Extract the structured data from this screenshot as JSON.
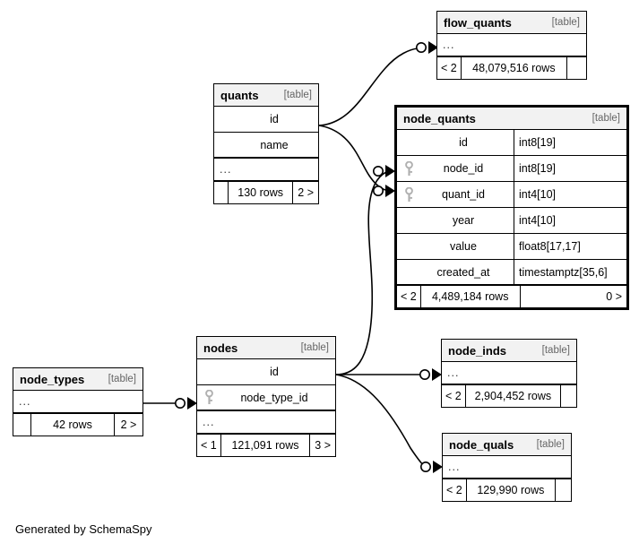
{
  "diagram": {
    "kind_label": "[table]",
    "footer_note": "Generated by SchemaSpy",
    "ellipsis": "...",
    "key_icon": "key-icon"
  },
  "tables": {
    "flow_quants": {
      "name": "flow_quants",
      "kind": "[table]",
      "ellipsis": "...",
      "footer_left": "< 2",
      "footer_rows": "48,079,516 rows",
      "footer_right": ""
    },
    "quants": {
      "name": "quants",
      "kind": "[table]",
      "columns": [
        {
          "name": "id",
          "key": false
        },
        {
          "name": "name",
          "key": false
        }
      ],
      "ellipsis": "...",
      "footer_left": "",
      "footer_rows": "130 rows",
      "footer_right": "2 >"
    },
    "node_quants": {
      "name": "node_quants",
      "kind": "[table]",
      "columns": [
        {
          "name": "id",
          "type": "int8[19]",
          "key": false
        },
        {
          "name": "node_id",
          "type": "int8[19]",
          "key": true
        },
        {
          "name": "quant_id",
          "type": "int4[10]",
          "key": true
        },
        {
          "name": "year",
          "type": "int4[10]",
          "key": false
        },
        {
          "name": "value",
          "type": "float8[17,17]",
          "key": false
        },
        {
          "name": "created_at",
          "type": "timestamptz[35,6]",
          "key": false
        }
      ],
      "footer_left": "< 2",
      "footer_rows": "4,489,184 rows",
      "footer_right": "0 >"
    },
    "node_types": {
      "name": "node_types",
      "kind": "[table]",
      "ellipsis": "...",
      "footer_left": "",
      "footer_rows": "42 rows",
      "footer_right": "2 >"
    },
    "nodes": {
      "name": "nodes",
      "kind": "[table]",
      "columns": [
        {
          "name": "id",
          "key": false
        },
        {
          "name": "node_type_id",
          "key": true
        }
      ],
      "ellipsis": "...",
      "footer_left": "< 1",
      "footer_rows": "121,091 rows",
      "footer_right": "3 >"
    },
    "node_inds": {
      "name": "node_inds",
      "kind": "[table]",
      "ellipsis": "...",
      "footer_left": "< 2",
      "footer_rows": "2,904,452 rows",
      "footer_right": ""
    },
    "node_quals": {
      "name": "node_quals",
      "kind": "[table]",
      "ellipsis": "...",
      "footer_left": "< 2",
      "footer_rows": "129,990 rows",
      "footer_right": ""
    }
  },
  "relationships": [
    {
      "from": "quants",
      "to": "flow_quants"
    },
    {
      "from": "quants",
      "to": "node_quants.quant_id"
    },
    {
      "from": "nodes",
      "to": "node_quants.node_id"
    },
    {
      "from": "node_types",
      "to": "nodes.node_type_id"
    },
    {
      "from": "nodes",
      "to": "node_inds"
    },
    {
      "from": "nodes",
      "to": "node_quals"
    }
  ],
  "colors": {
    "header_background": "#f2f2f2",
    "border": "#000000",
    "key_icon": "#b0b0b0",
    "kind_label": "#666666",
    "page_background": "#ffffff"
  }
}
